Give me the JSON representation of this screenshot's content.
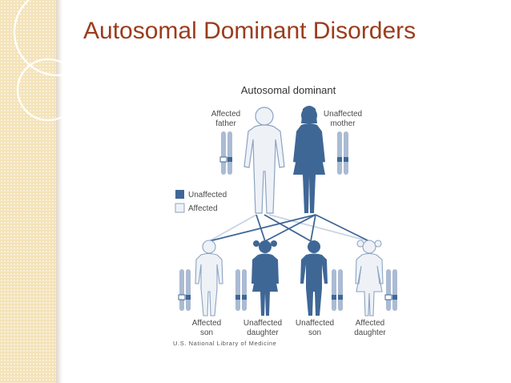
{
  "slide": {
    "title": "Autosomal Dominant Disorders"
  },
  "diagram": {
    "heading": "Autosomal dominant",
    "legend": [
      {
        "label": "Unaffected",
        "color": "#3f6796"
      },
      {
        "label": "Affected",
        "color": "#e8edf4"
      }
    ],
    "parents": [
      {
        "label_line1": "Affected",
        "label_line2": "father"
      },
      {
        "label_line1": "Unaffected",
        "label_line2": "mother"
      }
    ],
    "children": [
      {
        "label_line1": "Affected",
        "label_line2": "son"
      },
      {
        "label_line1": "Unaffected",
        "label_line2": "daughter"
      },
      {
        "label_line1": "Unaffected",
        "label_line2": "son"
      },
      {
        "label_line1": "Affected",
        "label_line2": "daughter"
      }
    ],
    "credit": "U.S. National Library of Medicine"
  },
  "colors": {
    "title": "#9b3c1c",
    "dark_blue": "#3f6796",
    "light_fill": "#e8edf4",
    "outline": "#9aaecb",
    "label": "#4a4a4a",
    "side_panel": "#f4e3b8"
  }
}
